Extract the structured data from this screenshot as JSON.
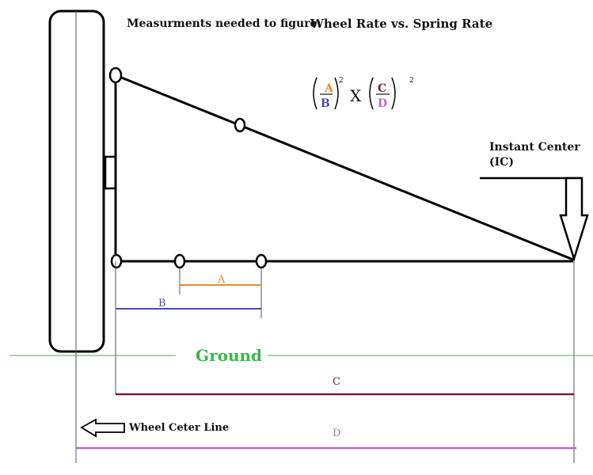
{
  "title_left": "Measurments needed to figure:",
  "title_right": "Wheel Rate  vs.  Spring Rate",
  "formula": {
    "frac1_num": "A",
    "frac1_den": "B",
    "frac2_num": "C",
    "frac2_den": "D",
    "exponent": "2",
    "operator": "X"
  },
  "instant_center": {
    "line1": "Instant Center",
    "line2": "(IC)"
  },
  "ground_label": "Ground",
  "wheel_center_label": "Wheel Ceter Line",
  "dimensions": {
    "a": "A",
    "b": "B",
    "c": "C",
    "d": "D"
  },
  "colors": {
    "a": "#ee8a2a",
    "b": "#4a4f9e",
    "c": "#7a1e2c",
    "d": "#b56bc2",
    "ground": "#3cb54a"
  }
}
